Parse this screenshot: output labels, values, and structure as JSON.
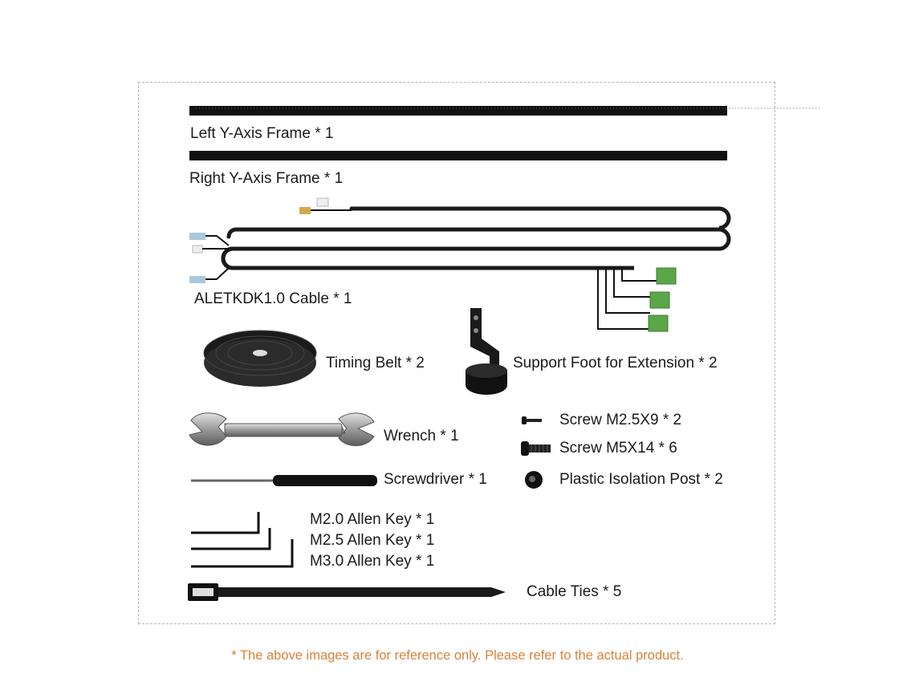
{
  "items": {
    "left_frame": "Left Y-Axis Frame * 1",
    "right_frame": "Right Y-Axis Frame * 1",
    "cable": "ALETKDK1.0 Cable * 1",
    "timing_belt": "Timing Belt * 2",
    "support_foot": "Support Foot for Extension * 2",
    "wrench": "Wrench * 1",
    "screwdriver": "Screwdriver * 1",
    "screw_m25": "Screw M2.5X9 * 2",
    "screw_m5": "Screw M5X14 * 6",
    "isolation_post": "Plastic Isolation Post * 2",
    "allen_m20": "M2.0 Allen Key * 1",
    "allen_m25": "M2.5 Allen Key * 1",
    "allen_m30": "M3.0 Allen Key * 1",
    "cable_ties": "Cable Ties  * 5"
  },
  "footnote": "* The above images are for reference only. Please refer to the actual product."
}
